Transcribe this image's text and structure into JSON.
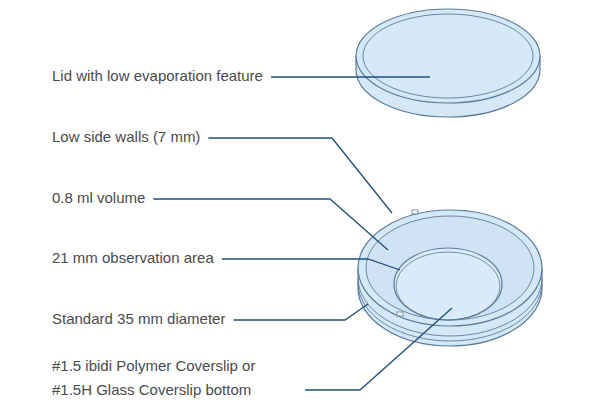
{
  "diagram": {
    "labels": [
      "Lid with low evaporation feature",
      "Low side walls (7 mm)",
      "0.8 ml volume",
      "21 mm observation area",
      "Standard 35 mm diameter",
      "#1.5 ibidi Polymer Coverslip or #1.5H Glass Coverslip bottom"
    ]
  }
}
